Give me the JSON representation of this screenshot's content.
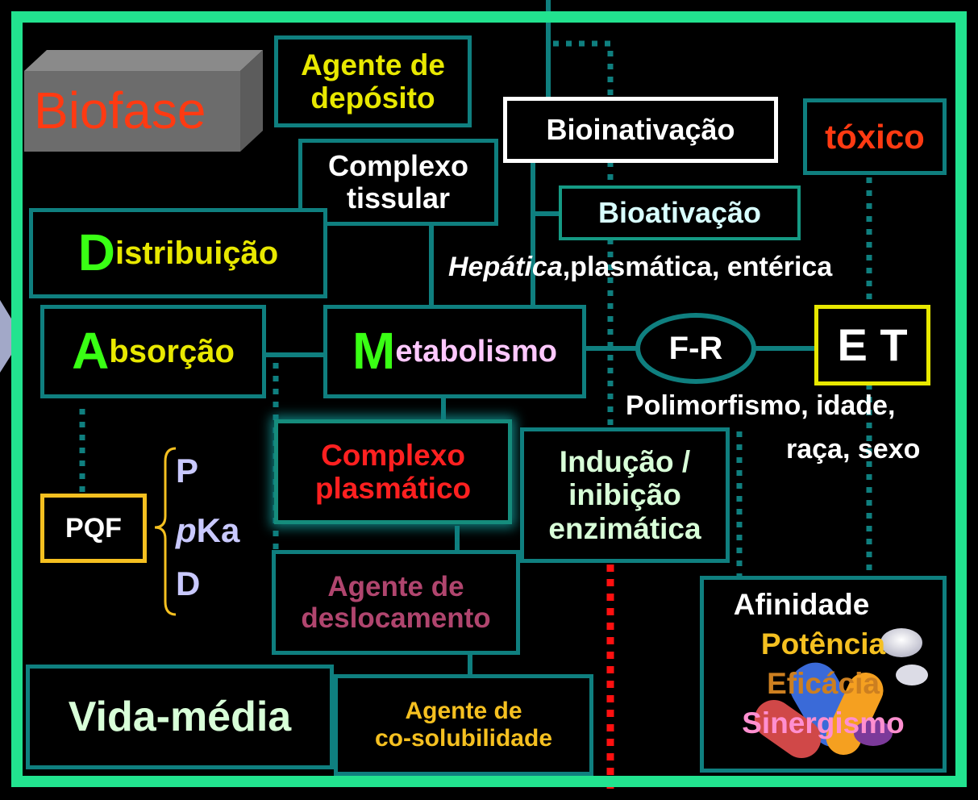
{
  "colors": {
    "frame": "#22e38f",
    "teal_border": "#0f7f7f",
    "orange_red": "#ff3a12",
    "green_letter": "#39ff14",
    "yellow": "#e8e800",
    "lavender": "#c9c9ff",
    "pink": "#ffc8ff",
    "red": "#ff2020",
    "plum": "#b0456e",
    "light_green": "#d8ffd8"
  },
  "biofase": "Biofase",
  "deposit": {
    "line1": "Agente de",
    "line2": "depósito"
  },
  "bioinativacao": "Bioinativação",
  "toxico": "tóxico",
  "complexo_tissular": {
    "line1": "Complexo",
    "line2": "tissular"
  },
  "bioativacao": "Bioativação",
  "distribuicao": {
    "initial": "D",
    "rest": "istribuição"
  },
  "hepatic_note": {
    "italic": "Hepática",
    "rest": ",plasmática, entérica"
  },
  "absorcao": {
    "initial": "A",
    "rest": "bsorção"
  },
  "metabolismo": {
    "initial": "M",
    "rest": "etabolismo"
  },
  "fr": "F-R",
  "et": "E T",
  "polimorfismo": {
    "line1": "Polimorfismo, idade,",
    "line2": "raça, sexo"
  },
  "complexo_plasmatico": {
    "line1": "Complexo",
    "line2": "plasmático"
  },
  "inducao": {
    "line1": "Indução /",
    "line2": "inibição",
    "line3": "enzimática"
  },
  "pqf": "PQF",
  "pqf_props": {
    "p": "P",
    "pka_italic": "p",
    "pka_rest": "Ka",
    "d": "D"
  },
  "deslocamento": {
    "line1": "Agente de",
    "line2": "deslocamento"
  },
  "vida_media": "Vida-média",
  "cosolubilidade": {
    "line1": "Agente de",
    "line2": "co-solubilidade"
  },
  "afinidade": {
    "afinidade": "Afinidade",
    "potencia": "Potência",
    "eficacia": "Eficácia",
    "sinergismo": "Sinergismo"
  }
}
